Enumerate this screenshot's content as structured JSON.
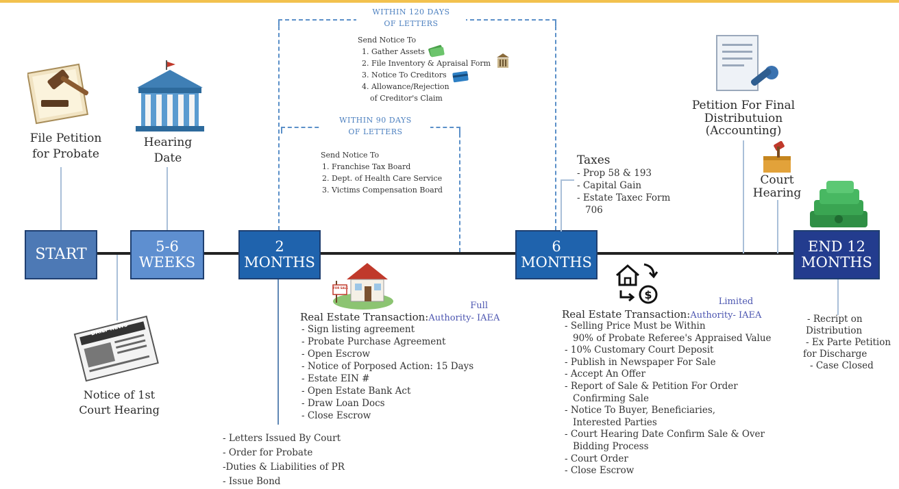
{
  "phases": {
    "start": {
      "line1": "START",
      "line2": ""
    },
    "weeks": {
      "line1": "5-6",
      "line2": "WEEKS"
    },
    "two_months": {
      "line1": "2",
      "line2": "MONTHS"
    },
    "six_months": {
      "line1": "6",
      "line2": "MONTHS"
    },
    "end": {
      "line1": "END 12",
      "line2": "MONTHS"
    }
  },
  "top_labels": {
    "file_petition": "File Petition for Probate",
    "hearing_date": "Hearing Date",
    "petition_final": "Petition For Final Distributuion (Accounting)",
    "court_hearing": "Court Hearing"
  },
  "notice_label": "Notice of 1st Court Hearing",
  "within120": {
    "header_line1": "WITHIN 120 DAYS",
    "header_line2": "OF LETTERS",
    "title": "Send Notice To",
    "items": [
      "1. Gather Assets",
      "2. File Inventory & Apraisal Form",
      "3. Notice To Creditors",
      "4. Allowance/Rejection",
      "of Creditor's Claim"
    ]
  },
  "within90": {
    "header_line1": "WITHIN 90 DAYS",
    "header_line2": "OF LETTERS",
    "title": "Send Notice To",
    "items": [
      "1. Franchise Tax Board",
      "2. Dept. of Health Care Service",
      "3. Victims Compensation Board"
    ]
  },
  "taxes": {
    "title": "Taxes",
    "items": [
      "- Prop 58 & 193",
      "- Capital Gain",
      "- Estate Taxec Form",
      "706"
    ]
  },
  "two_month_bottom": {
    "items": [
      "- Letters Issued By Court",
      "- Order for Probate",
      "-Duties & Liabilities of PR",
      "- Issue Bond"
    ]
  },
  "re_full": {
    "title": "Real Estate Transaction:",
    "auth_line1": "Full",
    "auth_line2": "Authority- IAEA",
    "sign_text": "FOR SALE",
    "items": [
      "- Sign listing agreement",
      "- Probate Purchase Agreement",
      "- Open Escrow",
      "- Notice of Porposed Action: 15 Days",
      "- Estate EIN #",
      "- Open Estate Bank Act",
      "- Draw Loan Docs",
      "- Close Escrow"
    ]
  },
  "re_limited": {
    "title": "Real Estate Transaction:",
    "auth_line1": "Limited",
    "auth_line2": "Authority- IAEA",
    "items": [
      "- Selling Price Must be Within",
      "90% of Probate Referee's Appraised Value",
      "- 10% Customary Court Deposit",
      "- Publish in Newspaper For Sale",
      "- Accept An Offer",
      "- Report of Sale & Petition For Order",
      "Confirming Sale",
      "- Notice To Buyer, Beneficiaries,",
      "Interested Parties",
      "- Court Hearing Date Confirm Sale & Over",
      "Bidding Process",
      "- Court Order",
      "- Close Escrow"
    ]
  },
  "end_items": [
    "- Recript on",
    "Distribution",
    "- Ex Parte Petition",
    "for Discharge",
    "- Case Closed"
  ],
  "newspaper_text": "DAILY NEWS",
  "colors": {
    "start": "#4d79b5",
    "weeks": "#5e8fd0",
    "two_months": "#1f63ad",
    "six_months": "#1f63ad",
    "end": "#233c8e"
  }
}
